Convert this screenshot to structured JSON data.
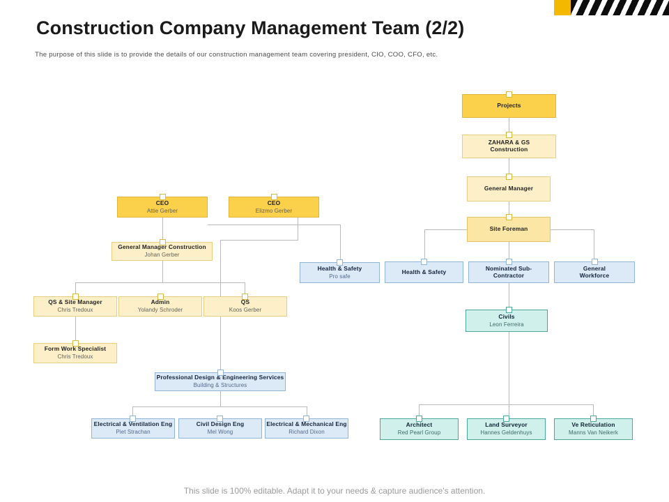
{
  "header": {
    "title": "Construction Company Management Team (2/2)",
    "subtitle": "The purpose of this slide is to provide the details of our construction management team covering president, CIO, COO, CFO, etc."
  },
  "footer": {
    "note": "This slide is 100% editable. Adapt it to your needs & capture audience's attention."
  },
  "colors": {
    "amber_dark": "#FBD14B",
    "amber_mid": "#FCE6A6",
    "amber_light": "#FDF0C8",
    "blue": "#DCEAF7",
    "teal": "#CFF0EB",
    "connector": "#B9B9B9",
    "stripe_accent": "#F5B800"
  },
  "chart_data": {
    "type": "diagram",
    "title": "Construction Company Management Team (2/2)",
    "nodes": [
      {
        "id": "projects",
        "title": "Projects",
        "subtitle": ""
      },
      {
        "id": "zahara",
        "title": "ZAHARA & GS Construction",
        "subtitle": ""
      },
      {
        "id": "gen-manager",
        "title": "General Manager",
        "subtitle": ""
      },
      {
        "id": "site-foreman",
        "title": "Site Foreman",
        "subtitle": ""
      },
      {
        "id": "hs-right",
        "title": "Health & Safety",
        "subtitle": ""
      },
      {
        "id": "nominated-sub",
        "title": "Nominated Sub-Contractor",
        "subtitle": ""
      },
      {
        "id": "gen-workforce",
        "title": "General Workforce",
        "subtitle": ""
      },
      {
        "id": "civils",
        "title": "Civils",
        "subtitle": "Leon Ferreira"
      },
      {
        "id": "architect",
        "title": "Architect",
        "subtitle": "Red Pearl Group"
      },
      {
        "id": "land-surveyor",
        "title": "Land Surveyor",
        "subtitle": "Hannes Geldenhuys"
      },
      {
        "id": "ve-retic",
        "title": "Ve Reticulation",
        "subtitle": "Manns Van Neikerk"
      },
      {
        "id": "ceo-1",
        "title": "CEO",
        "subtitle": "Attie Gerber"
      },
      {
        "id": "ceo-2",
        "title": "CEO",
        "subtitle": "Elizmo Gerber"
      },
      {
        "id": "gmc",
        "title": "General Manager Construction",
        "subtitle": "Johan Gerber"
      },
      {
        "id": "qs-site-mgr",
        "title": "QS & Site Manager",
        "subtitle": "Chris Tredoux"
      },
      {
        "id": "admin",
        "title": "Admin",
        "subtitle": "Yolandy Schroder"
      },
      {
        "id": "qs",
        "title": "QS",
        "subtitle": "Koos Gerber"
      },
      {
        "id": "form-work",
        "title": "Form Work Specialist",
        "subtitle": "Chris Tredoux"
      },
      {
        "id": "hs-left",
        "title": "Health & Safety",
        "subtitle": "Pro safe"
      },
      {
        "id": "prof-design",
        "title": "Professional Design & Engineering Services",
        "subtitle": "Building & Structures"
      },
      {
        "id": "elec-vent",
        "title": "Electrical & Ventilation Eng",
        "subtitle": "Piet Strachan"
      },
      {
        "id": "civil-design",
        "title": "Civil Design Eng",
        "subtitle": "Mel Wong"
      },
      {
        "id": "elec-mech",
        "title": "Electrical & Mechanical Eng",
        "subtitle": "Richard Dixon"
      }
    ],
    "edges": [
      [
        "projects",
        "zahara"
      ],
      [
        "zahara",
        "gen-manager"
      ],
      [
        "gen-manager",
        "site-foreman"
      ],
      [
        "site-foreman",
        "hs-right"
      ],
      [
        "site-foreman",
        "nominated-sub"
      ],
      [
        "site-foreman",
        "gen-workforce"
      ],
      [
        "nominated-sub",
        "civils"
      ],
      [
        "civils",
        "architect"
      ],
      [
        "civils",
        "land-surveyor"
      ],
      [
        "civils",
        "ve-retic"
      ],
      [
        "ceo-1",
        "gmc"
      ],
      [
        "ceo-1",
        "hs-left"
      ],
      [
        "ceo-2",
        "prof-design"
      ],
      [
        "gmc",
        "qs-site-mgr"
      ],
      [
        "gmc",
        "admin"
      ],
      [
        "gmc",
        "qs"
      ],
      [
        "qs-site-mgr",
        "form-work"
      ],
      [
        "prof-design",
        "elec-vent"
      ],
      [
        "prof-design",
        "civil-design"
      ],
      [
        "prof-design",
        "elec-mech"
      ]
    ]
  }
}
